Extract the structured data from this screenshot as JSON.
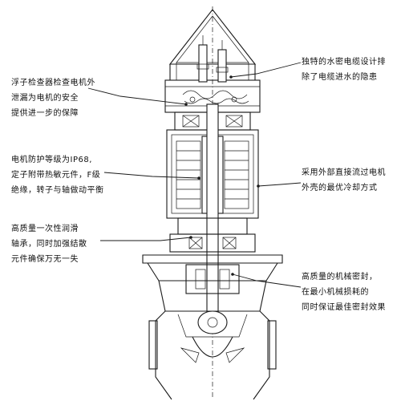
{
  "annotations": {
    "float_switch": {
      "lines": [
        "浮子检查器检查电机外",
        "泄漏为电机的安全",
        "提供进一步的保障"
      ]
    },
    "cable_seal": {
      "lines": [
        "独特的水密电缆设计排",
        "除了电缆进水的隐患"
      ]
    },
    "motor_protection": {
      "lines": [
        "电机防护等级为IP68,",
        "定子附带热敏元件，F级",
        "绝缘，转子与轴做动平衡"
      ]
    },
    "cooling": {
      "lines": [
        "采用外部直接流过电机",
        "外壳的最优冷却方式"
      ]
    },
    "bearing": {
      "lines": [
        "高质量一次性润滑",
        "轴承，同时加强结散",
        "元件确保万无一失"
      ]
    },
    "mech_seal": {
      "lines": [
        "高质量的机械密封，",
        "在最小机械损耗的",
        "同时保证最佳密封效果"
      ]
    }
  }
}
